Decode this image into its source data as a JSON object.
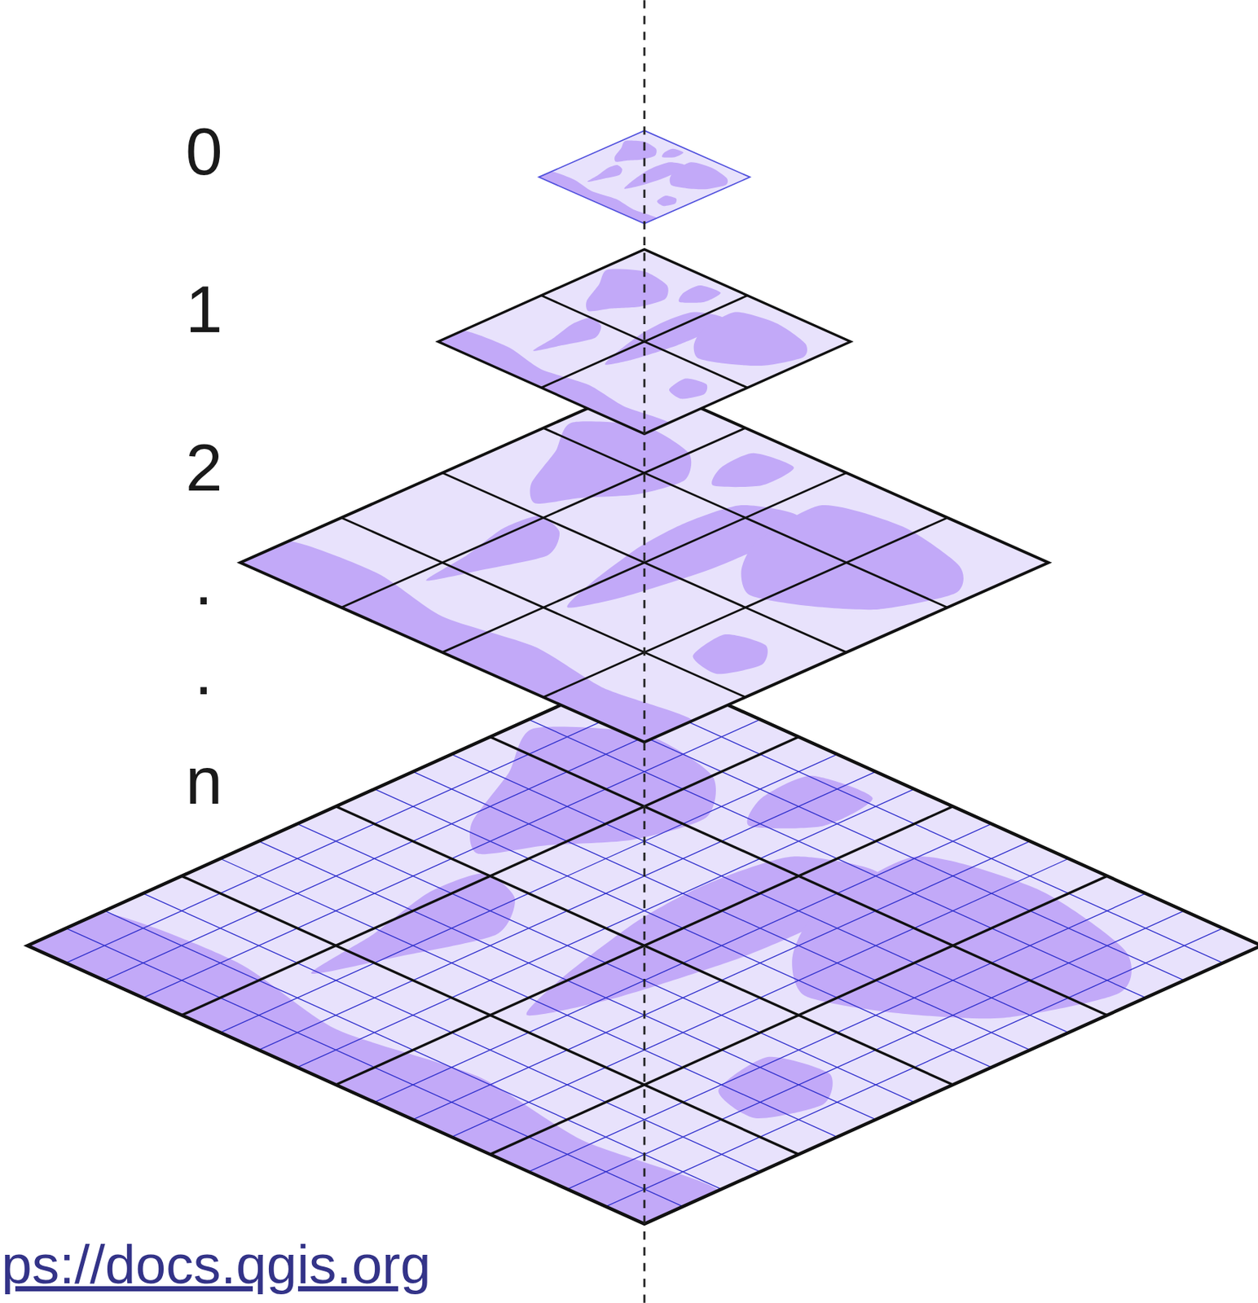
{
  "diagram": {
    "labels": [
      "0",
      "1",
      "2",
      ".",
      ".",
      "n",
      "ps://docs.qgis.org"
    ]
  }
}
